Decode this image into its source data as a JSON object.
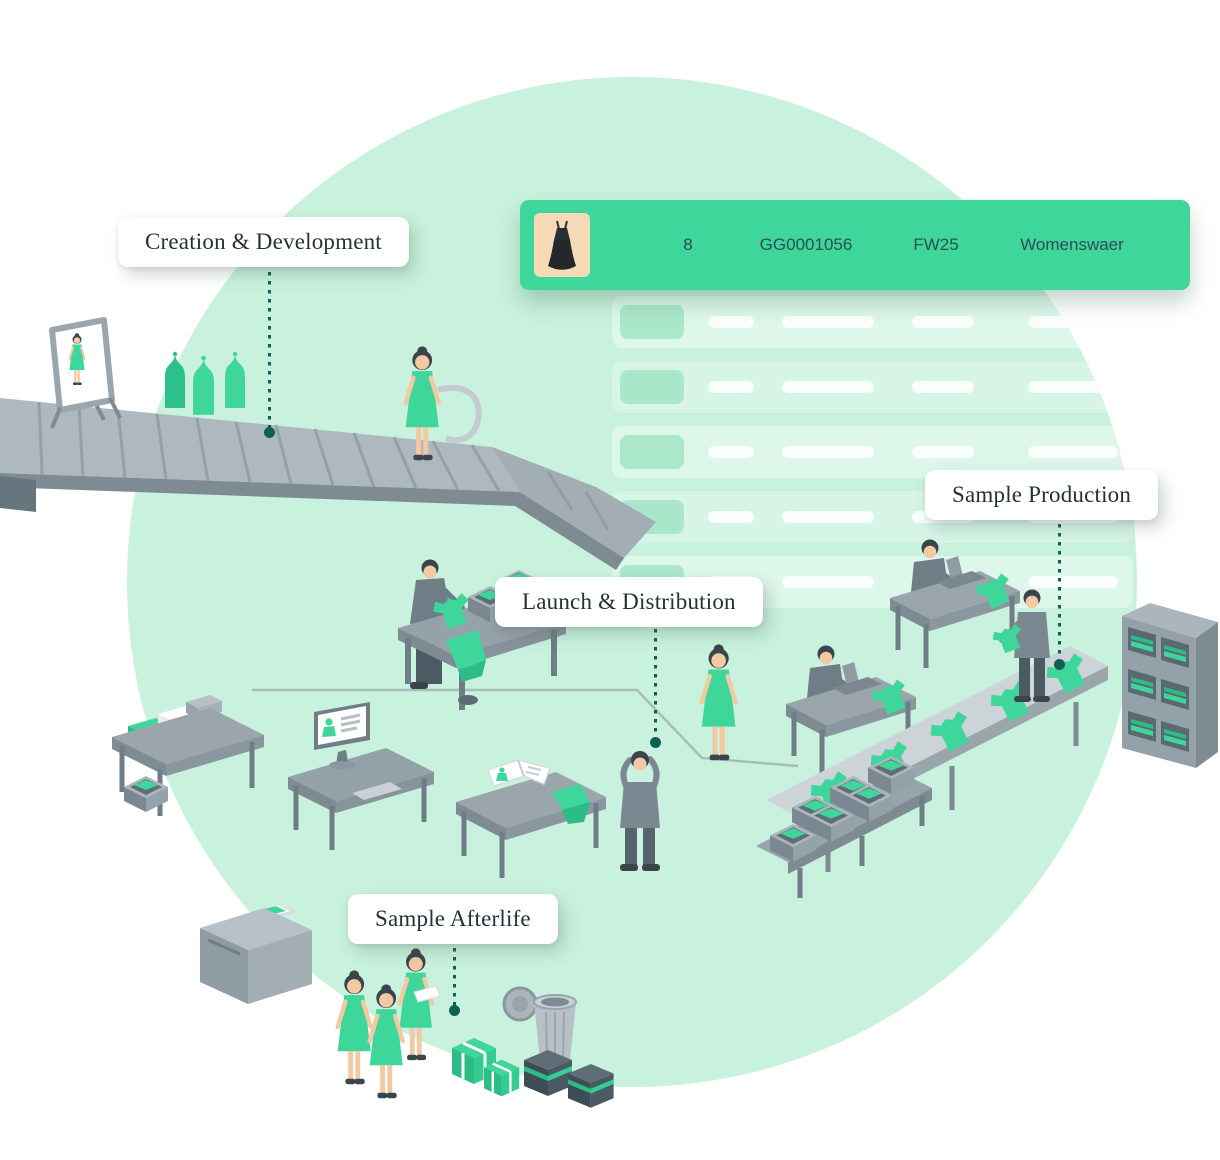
{
  "callouts": {
    "creation": {
      "label": "Creation & Development"
    },
    "production": {
      "label": "Sample Production"
    },
    "launch": {
      "label": "Launch & Distribution"
    },
    "afterlife": {
      "label": "Sample Afterlife"
    }
  },
  "sample_row": {
    "quantity": "8",
    "style_code": "GG0001056",
    "season": "FW25",
    "category": "Womenswaer",
    "thumbnail_icon": "black-dress-photo"
  },
  "colors": {
    "circle_bg": "#c8f2dd",
    "accent_green": "#3ed69b",
    "accent_green_dark": "#2bbd85",
    "teal": "#0f5f56",
    "label_text": "#243138",
    "row_text": "#2d4e55"
  }
}
